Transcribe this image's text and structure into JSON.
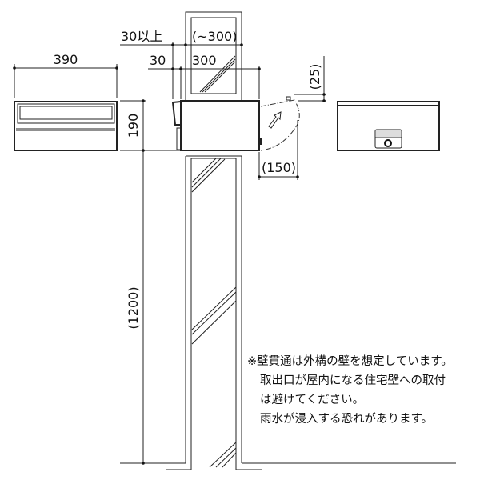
{
  "dimensions": {
    "width_front": "390",
    "height_box": "190",
    "post_height": "(1200)",
    "wall_min": "30以上",
    "wall_max": "(~300)",
    "offset": "30",
    "depth": "300",
    "flap_rise": "(25)",
    "flap_swing": "(150)"
  },
  "note": {
    "lines": [
      "※壁貫通は外構の壁を想定しています。",
      "取出口が屋内になる住宅壁への取付",
      "は避けてください。",
      "雨水が浸入する恐れがあります。"
    ]
  }
}
